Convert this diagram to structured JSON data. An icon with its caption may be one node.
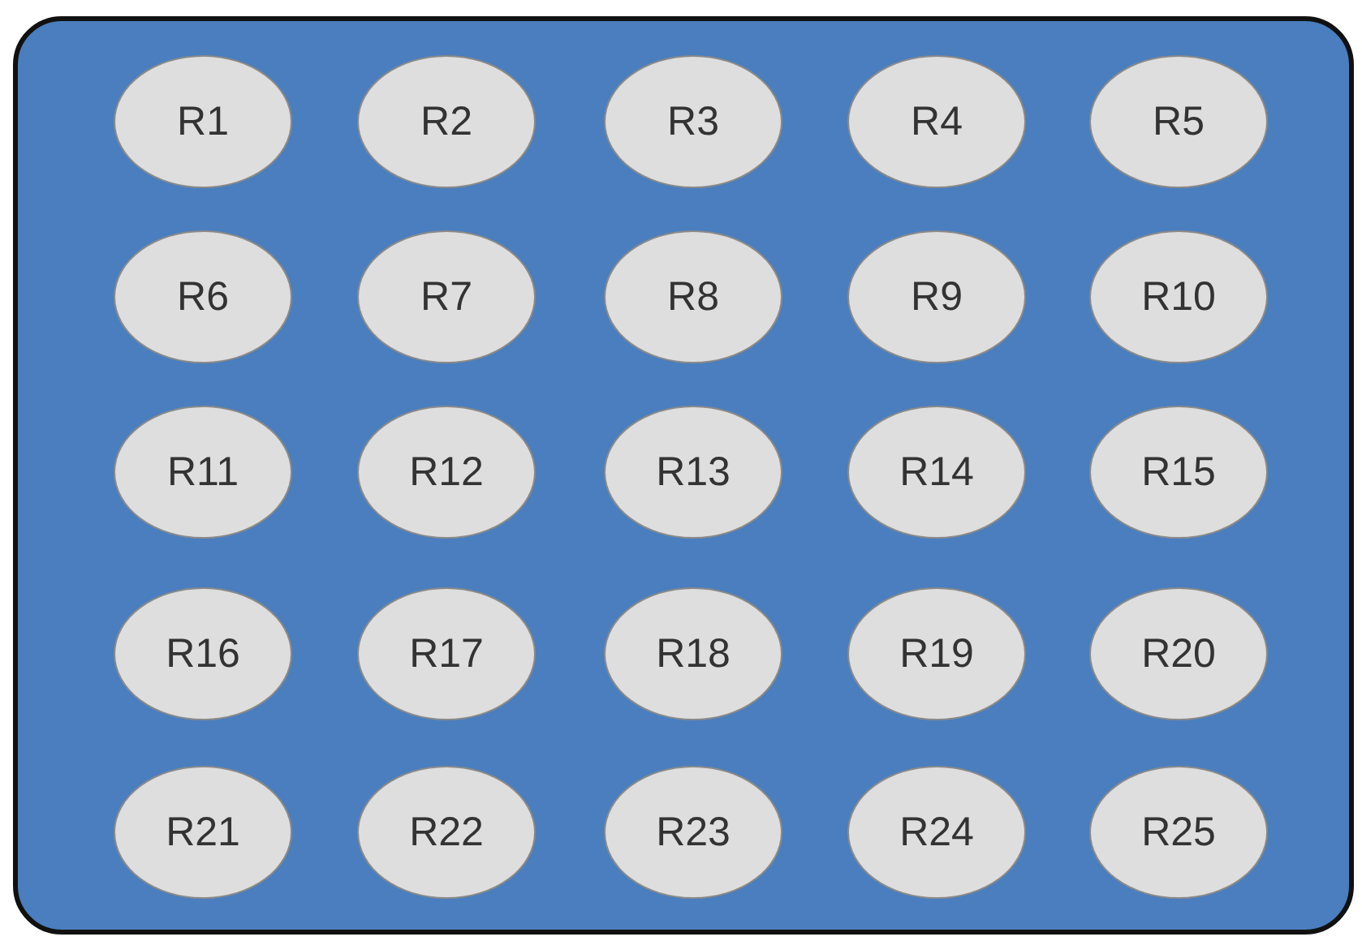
{
  "diagram": {
    "nodes": [
      {
        "text": [],
        "shape": "box"
      },
      {
        "text": [
          "R1"
        ],
        "in": 0
      },
      {
        "text": [
          "R2"
        ],
        "in": 0
      },
      {
        "text": [
          "R3"
        ],
        "in": 0
      },
      {
        "text": [
          "R4"
        ],
        "in": 0
      },
      {
        "text": [
          "R5"
        ],
        "in": 0
      },
      {
        "text": [
          "R6"
        ],
        "in": 0
      },
      {
        "text": [
          "R7"
        ],
        "in": 0
      },
      {
        "text": [
          "R8"
        ],
        "in": 0
      },
      {
        "text": [
          "R9"
        ],
        "in": 0
      },
      {
        "text": [
          "R10"
        ],
        "in": 0
      },
      {
        "text": [
          "R11"
        ],
        "in": 0
      },
      {
        "text": [
          "R12"
        ],
        "in": 0
      },
      {
        "text": [
          "R13"
        ],
        "in": 0
      },
      {
        "text": [
          "R14"
        ],
        "in": 0
      },
      {
        "text": [
          "R15"
        ],
        "in": 0
      },
      {
        "text": [
          "R16"
        ],
        "in": 0
      },
      {
        "text": [
          "R17"
        ],
        "in": 0
      },
      {
        "text": [
          "R18"
        ],
        "in": 0
      },
      {
        "text": [
          "R19"
        ],
        "in": 0
      },
      {
        "text": [
          "R20"
        ],
        "in": 0
      },
      {
        "text": [
          "R21"
        ],
        "in": 0
      },
      {
        "text": [
          "R22"
        ],
        "in": 0
      },
      {
        "text": [
          "R23"
        ],
        "in": 0
      },
      {
        "text": [
          "R24"
        ],
        "in": 0
      },
      {
        "text": [
          "R25"
        ],
        "in": 0
      }
    ]
  }
}
